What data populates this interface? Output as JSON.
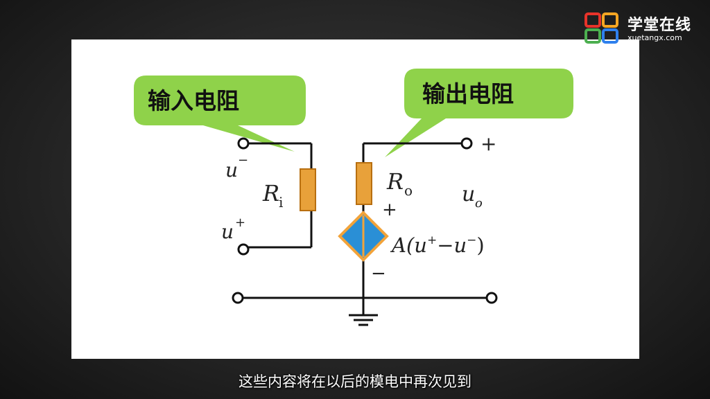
{
  "logo": {
    "name_cn": "学堂在线",
    "name_en": "xuetangx.com",
    "colors": [
      "#e8332a",
      "#f5a623",
      "#4caf50",
      "#2f80ed"
    ]
  },
  "diagram": {
    "callout_left": "输入电阻",
    "callout_right": "输出电阻",
    "label_u_minus_base": "u",
    "label_u_minus_sup": "−",
    "label_u_plus_base": "u",
    "label_u_plus_sup": "+",
    "label_ri_base": "R",
    "label_ri_sub": "i",
    "label_ro_base": "R",
    "label_ro_sub": "o",
    "label_uo_base": "u",
    "label_uo_sub": "o",
    "label_plus_terminal": "+",
    "label_plus_source": "+",
    "label_minus_source": "−",
    "label_source_1": "A(u",
    "label_source_2": "+",
    "label_source_3": "−u",
    "label_source_4": "−",
    "label_source_5": ")"
  },
  "colors": {
    "callout_fill": "#8fd24a",
    "resistor_fill": "#e8a13a",
    "resistor_stroke": "#b86f10",
    "source_fill": "#2a8fd6",
    "source_stroke": "#f2a33a"
  },
  "subtitle": "这些内容将在以后的模电中再次见到"
}
